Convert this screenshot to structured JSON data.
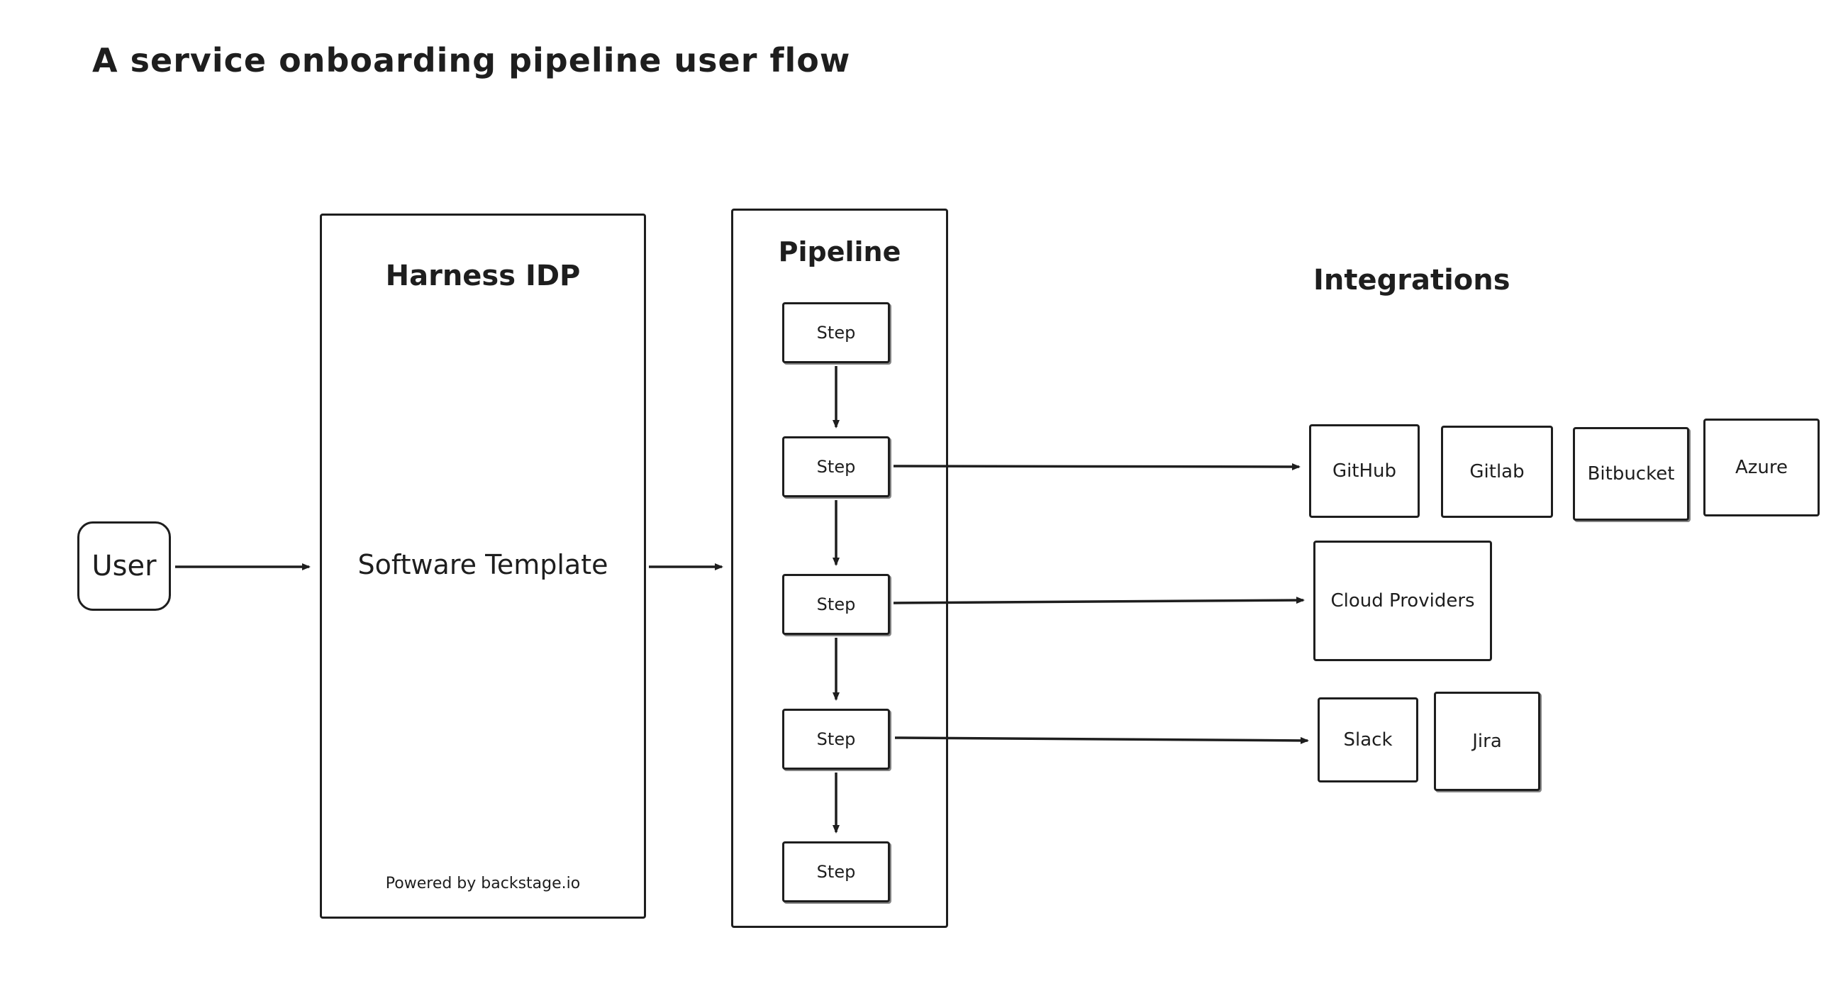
{
  "title": "A service onboarding pipeline user flow",
  "user": {
    "label": "User"
  },
  "harness": {
    "title": "Harness IDP",
    "center_label": "Software Template",
    "footer": "Powered by backstage.io"
  },
  "pipeline": {
    "title": "Pipeline",
    "steps": [
      "Step",
      "Step",
      "Step",
      "Step",
      "Step"
    ]
  },
  "integrations": {
    "title": "Integrations",
    "row1": [
      "GitHub",
      "Gitlab",
      "Bitbucket",
      "Azure"
    ],
    "row2": [
      "Cloud Providers"
    ],
    "row3": [
      "Slack",
      "Jira"
    ]
  },
  "colors": {
    "stroke": "#1e1e1e",
    "background": "#ffffff"
  }
}
